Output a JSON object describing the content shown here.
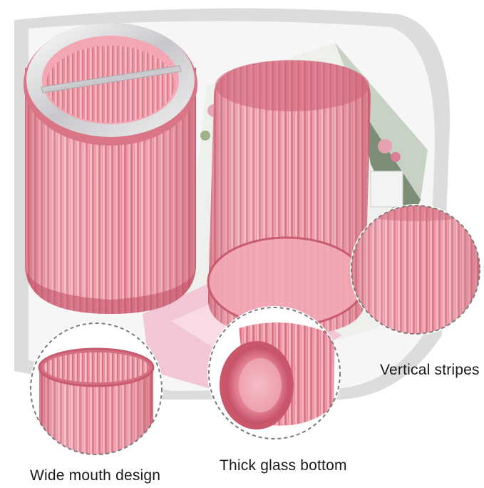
{
  "product": {
    "description_colors": {
      "glass": "#e98a98",
      "glass_light": "#f5b9c2",
      "glass_dark": "#c9566a",
      "rim": "#d9d9de",
      "backdrop": "#dcdcdc",
      "book_pink": "#f2c6d6"
    }
  },
  "callouts": {
    "vertical_stripes": "Vertical stripes",
    "thick_glass_bottom": "Thick glass bottom",
    "wide_mouth_design": "Wide mouth design"
  }
}
